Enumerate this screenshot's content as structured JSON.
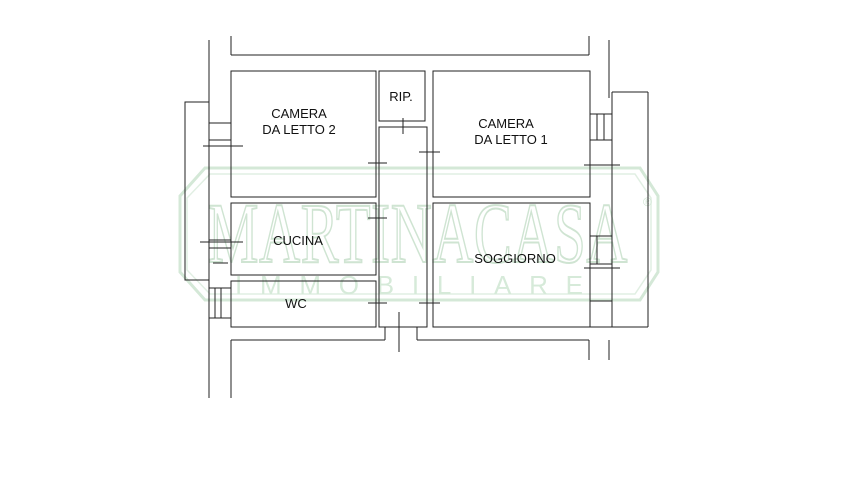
{
  "rooms": {
    "camera2_line1": "CAMERA",
    "camera2_line2": "DA LETTO 2",
    "rip": "RIP.",
    "camera1_line1": "CAMERA",
    "camera1_line2": "DA LETTO 1",
    "cucina": "CUCINA",
    "soggiorno": "SOGGIORNO",
    "wc": "WC"
  },
  "watermark": {
    "brand": "MARTINACASA",
    "sub": "IMMOBILIARE",
    "registered": "®",
    "color": "#cfe4d2"
  },
  "colors": {
    "wall": "#222222",
    "background": "#ffffff"
  }
}
